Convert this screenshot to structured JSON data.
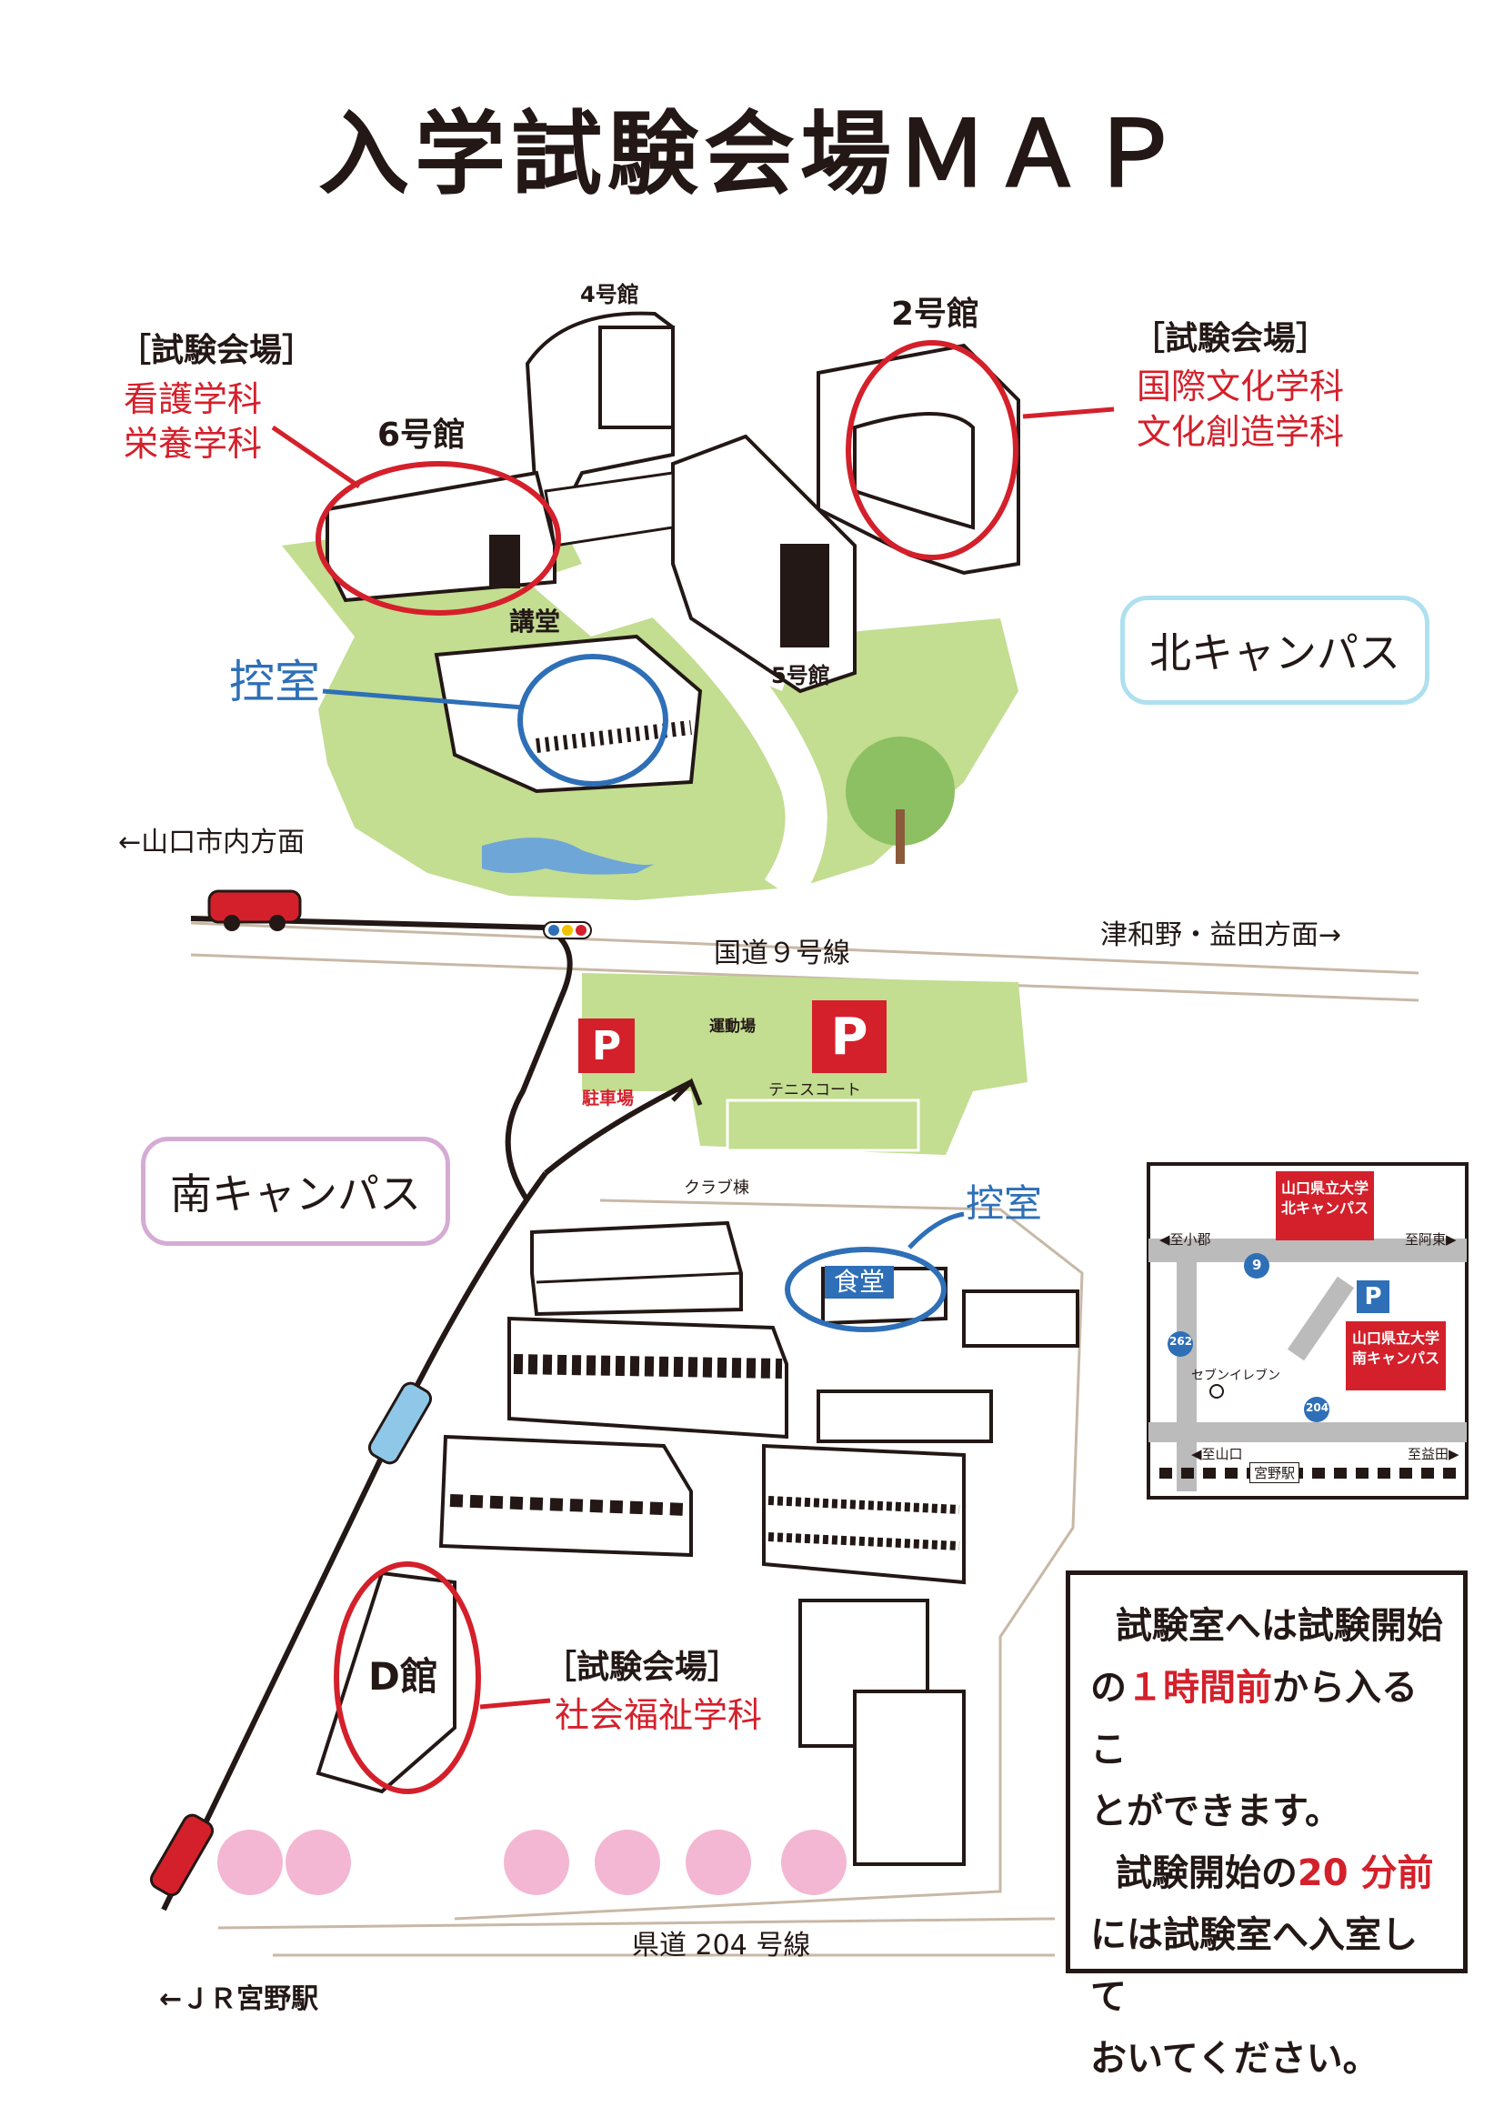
{
  "title": "入学試験会場ＭＡＰ",
  "buildings": {
    "b4": "4号館",
    "b2": "2号館",
    "b6": "6号館",
    "kodo": "講堂",
    "b5": "5号館",
    "d": "D館",
    "club": "クラブ棟",
    "shokudo": "食堂"
  },
  "venues": {
    "left": {
      "header": "［試験会場］",
      "depts": [
        "看護学科",
        "栄養学科"
      ]
    },
    "right": {
      "header": "［試験会場］",
      "depts": [
        "国際文化学科",
        "文化創造学科"
      ]
    },
    "south": {
      "header": "［試験会場］",
      "depts": [
        "社会福祉学科"
      ]
    }
  },
  "waiting_room_north": "控室",
  "waiting_room_south": "控室",
  "campus_north": "北キャンパス",
  "campus_south": "南キャンパス",
  "roads": {
    "to_yamaguchi": "←山口市内方面",
    "to_tsuwano": "津和野・益田方面→",
    "route9": "国道９号線",
    "route204": "県道 204 号線",
    "to_miyano": "←ＪＲ宮野駅"
  },
  "facilities": {
    "undojo": "運動場",
    "tennis": "テニスコート",
    "parking": "駐車場",
    "p": "P"
  },
  "inset": {
    "north_campus": [
      "山口県立大学",
      "北キャンパス"
    ],
    "south_campus": [
      "山口県立大学",
      "南キャンパス"
    ],
    "to_ogori": "◀至小郡",
    "to_asa": "至阿東▶",
    "to_yamaguchi": "◀至山口",
    "to_masuda": "至益田▶",
    "seven": "セブンイレブン",
    "station": "宮野駅",
    "r9": "9",
    "r262": "262",
    "r204": "204",
    "p": "P"
  },
  "notice": {
    "l1": "試験室へは試験開始",
    "l2a": "の",
    "l2b": "１時間前",
    "l2c": "から入るこ",
    "l3": "とができます。",
    "l4": "試験開始の",
    "l4b": "20 分前",
    "l5": "には試験室へ入室して",
    "l6": "おいてください。"
  },
  "colors": {
    "red": "#d4202b",
    "blue": "#2e6fb7",
    "green": "#c3dd91",
    "road": "#c8b8a6",
    "campus_north_border": "#aee0ef",
    "campus_south_border": "#d5abd4"
  }
}
